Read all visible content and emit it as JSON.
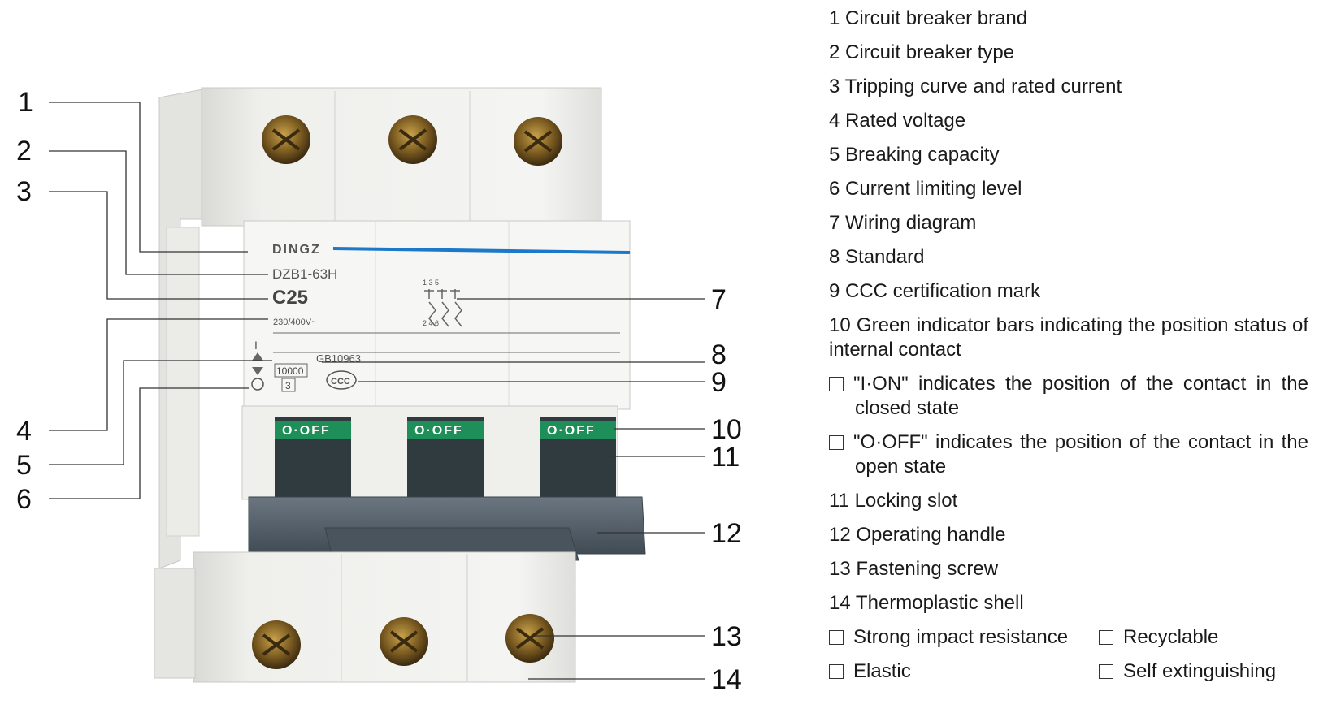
{
  "device": {
    "brand": "DINGZ",
    "model": "DZB1-63H",
    "rating": "C25",
    "voltage": "230/400V~",
    "standard": "GB10963",
    "breaking_capacity": "10000",
    "limiting_class": "3",
    "ccc_mark": "CCC",
    "indicator_text": "O·OFF",
    "terminal_numbers_top": "1 3 5",
    "terminal_numbers_bottom": "2 4 6",
    "on_symbol": "I",
    "off_symbol": "O"
  },
  "callouts": [
    "1",
    "2",
    "3",
    "4",
    "5",
    "6",
    "7",
    "8",
    "9",
    "10",
    "11",
    "12",
    "13",
    "14"
  ],
  "legend": {
    "items": [
      "1 Circuit breaker brand",
      "2 Circuit breaker type",
      "3 Tripping curve and rated current",
      "4 Rated voltage",
      "5 Breaking capacity",
      "6 Current limiting level",
      "7 Wiring diagram",
      "8 Standard",
      "9 CCC certification mark",
      "10 Green indicator bars indicating the position status of internal contact"
    ],
    "sub_on": "\"I·ON\" indicates the position of the contact in the closed state",
    "sub_off": "\"O·OFF\" indicates the position of the contact in the open state",
    "items_after": [
      "11 Locking slot",
      "12 Operating handle",
      "13 Fastening screw",
      "14 Thermoplastic shell"
    ],
    "properties": [
      "Strong impact resistance",
      "Recyclable",
      "Elastic",
      "Self extinguishing"
    ]
  }
}
